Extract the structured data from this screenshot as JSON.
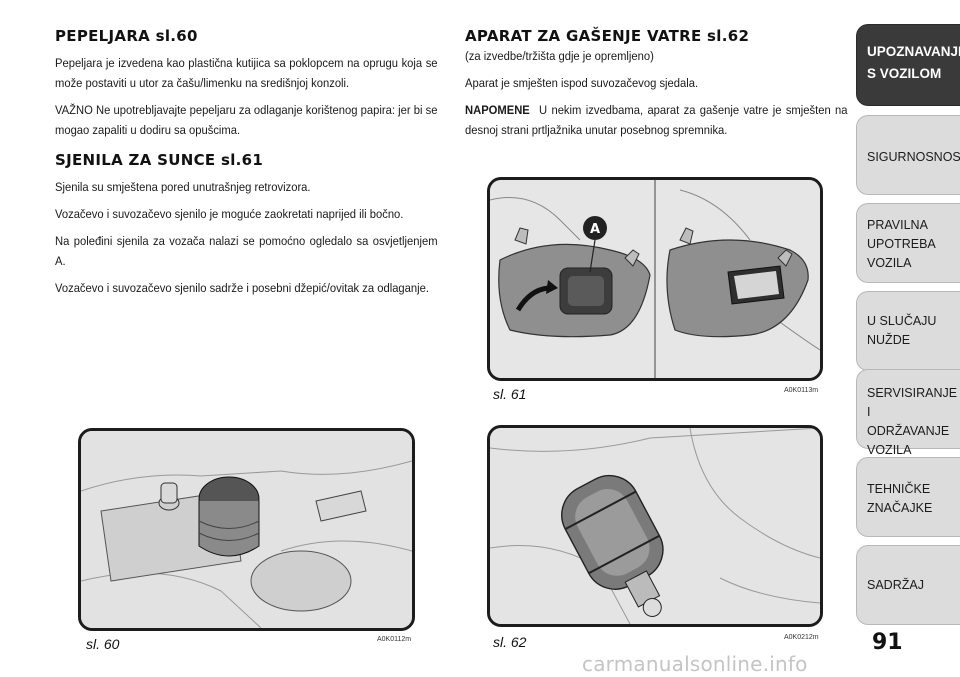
{
  "left_column": {
    "section1": {
      "title": "PEPELJARA sl.60",
      "p1": "Pepeljara je izvedena kao plastična kutijica sa poklopcem na oprugu koja se može postaviti u utor za čašu/limenku na središnjoj konzoli.",
      "p2": "VAŽNO Ne upotrebljavajte pepeljaru za odlaganje korištenog papira: jer bi se mogao zapaliti u dodiru sa opušcima."
    },
    "section2": {
      "title": "SJENILA ZA SUNCE sl.61",
      "p1": "Sjenila su smještena pored unutrašnjeg retrovizora.",
      "p2": "Vozačevo i suvozačevo sjenilo je moguće zaokretati naprijed ili bočno.",
      "p3": "Na poleđini sjenila za vozača nalazi se pomoćno ogledalo sa osvjetljenjem A.",
      "p4": "Vozačevo i suvozačevo sjenilo sadrže i posebni džepić/ovitak za odlaganje."
    }
  },
  "right_column": {
    "section3": {
      "title": "APARAT ZA GAŠENJE VATRE sl.62",
      "subtitle": "(za izvedbe/tržišta gdje je opremljeno)",
      "p1": "Aparat je smješten ispod suvozačevog sjedala.",
      "note_label": "NAPOMENE",
      "note_text": "U nekim izvedbama, aparat za gašenje vatre je smješten na desnoj strani prtljažnika unutar posebnog spremnika."
    }
  },
  "figures": {
    "fig61": {
      "caption": "sl. 61",
      "code": "A0K0113m",
      "callout": "A"
    },
    "fig62": {
      "caption": "sl. 62",
      "code": "A0K0212m"
    },
    "fig60": {
      "caption": "sl. 60",
      "code": "A0K0112m"
    }
  },
  "sidebar": {
    "tabs": [
      {
        "label": "UPOZNAVANJE\nS VOZILOM",
        "active": true
      },
      {
        "label": "SIGURNOSNOST",
        "active": false
      },
      {
        "label": "PRAVILNA\nUPOTREBA\nVOZILA",
        "active": false
      },
      {
        "label": "U SLUČAJU\nNUŽDE",
        "active": false
      },
      {
        "label": "SERVISIRANJE I\nODRŽAVANJE\nVOZILA",
        "active": false
      },
      {
        "label": "TEHNIČKE\nZNAČAJKE",
        "active": false
      },
      {
        "label": "SADRŽAJ",
        "active": false
      }
    ],
    "active_color": "#3a3a3a",
    "inactive_color": "#dcdcdc"
  },
  "page_number": "91",
  "watermark": "carmanualsonline.info"
}
